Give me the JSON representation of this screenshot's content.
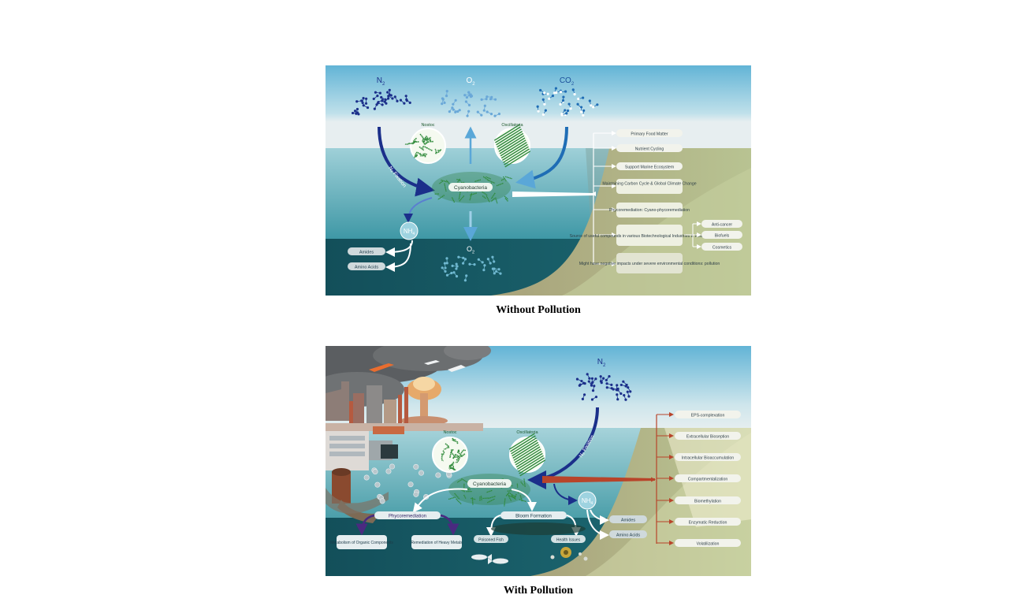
{
  "top_panel": {
    "caption": "Without Pollution",
    "gases": {
      "n2": "N",
      "n2_sub": "2",
      "o2": "O",
      "o2_sub": "2",
      "co2": "CO",
      "co2_sub": "2",
      "o2_bottom": "O",
      "o2_bottom_sub": "2"
    },
    "organisms": {
      "nostoc": "Nostoc",
      "oscillatoria": "Oscillatoria",
      "center": "Cyanobacteria"
    },
    "fixation": "N₂ Fixation",
    "nh4": "NH",
    "nh4_sub": "4",
    "products": [
      "Amides",
      "Amino Acids"
    ],
    "roles": [
      "Primary Food Matter",
      "Nutrient Cycling",
      "Support Marine Ecosystem",
      "Maintaining Carbon Cycle & Global Climate Change",
      "Phycoremediation: Cyano-phycoremediation",
      "Source of useful compounds in various Biotechnological Industries & Health applications",
      "Might have negative impacts under severe environmental conditions: pollution"
    ],
    "applications": [
      "Anti-cancer",
      "Biofuels",
      "Cosmetics"
    ]
  },
  "bottom_panel": {
    "caption": "With Pollution",
    "gases": {
      "n2": "N",
      "n2_sub": "2"
    },
    "organisms": {
      "nostoc": "Nostoc",
      "oscillatoria": "Oscillatoria",
      "center": "Cyanobacteria"
    },
    "fixation": "N₂ Fixation",
    "nh4": "NH",
    "nh4_sub": "4",
    "phycoremediation": "Phycoremediation",
    "phyco_items": [
      "Metabolism of Organic Components",
      "Remediation of Heavy Metals"
    ],
    "bloom": "Bloom Formation",
    "bloom_items": [
      "Poisoned Fish",
      "Health Issues"
    ],
    "products": [
      "Amides",
      "Amino Acids"
    ],
    "mechanisms": [
      "EPS-complexation",
      "Extracellular Bioseption",
      "Intracellular Bioaccumulation",
      "Compartmentalization",
      "Biomethylation",
      "Enzymatic Reduction",
      "Volatilization"
    ]
  }
}
